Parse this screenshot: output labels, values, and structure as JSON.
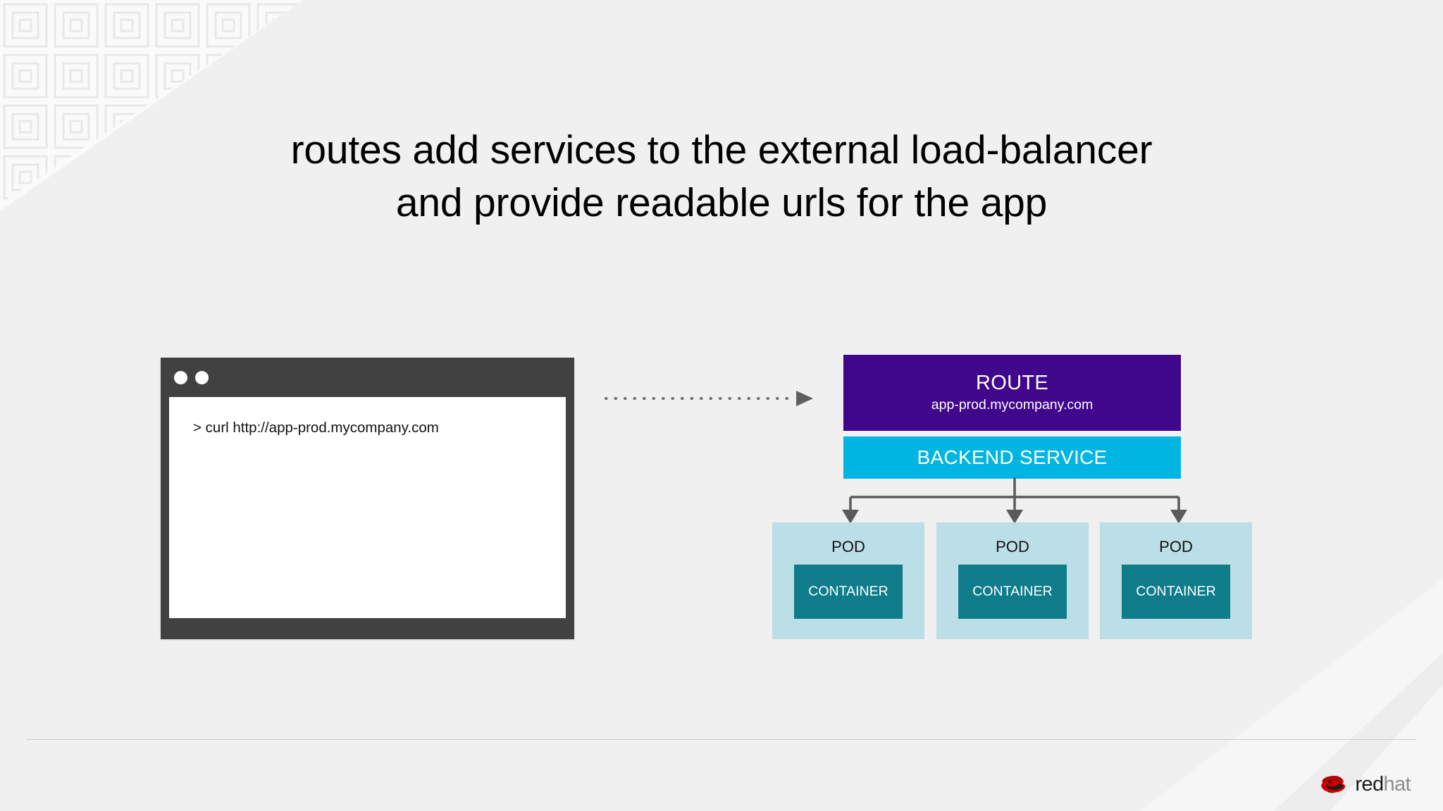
{
  "slide": {
    "title_line_1": "routes add services to the external load-balancer",
    "title_line_2": "and provide readable urls for the app"
  },
  "terminal": {
    "command": "> curl http://app-prod.mycompany.com",
    "dot_1": "window-dot",
    "dot_2": "window-dot"
  },
  "diagram": {
    "route": {
      "title": "ROUTE",
      "hostname": "app-prod.mycompany.com",
      "color": "#40068C"
    },
    "service": {
      "label": "BACKEND SERVICE",
      "color": "#00B5E2"
    },
    "pods": [
      {
        "label": "POD",
        "container_label": "CONTAINER"
      },
      {
        "label": "POD",
        "container_label": "CONTAINER"
      },
      {
        "label": "POD",
        "container_label": "CONTAINER"
      }
    ],
    "pod_color": "#BCDEE6",
    "container_color": "#0F7C8A",
    "connector_color": "#5A5A5A"
  },
  "footer": {
    "brand_red": "red",
    "brand_gray": "hat"
  }
}
